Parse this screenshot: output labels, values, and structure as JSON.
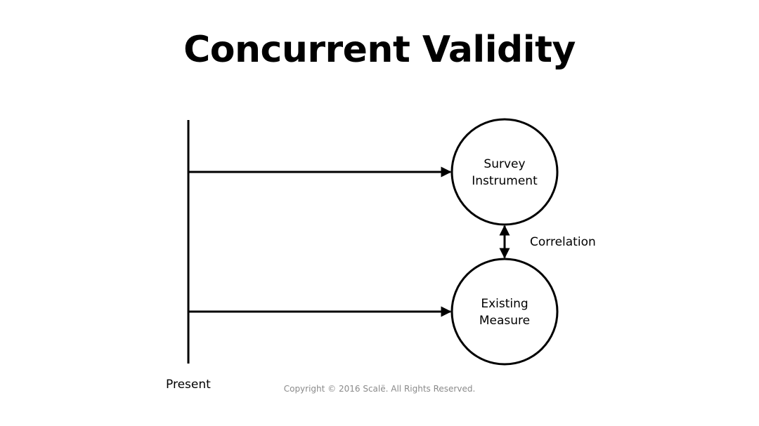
{
  "slide": {
    "title": "Concurrent Validity",
    "copyright": "Copyright © 2016 Scalë. All Rights Reserved."
  },
  "diagram": {
    "timeline_label": "Present",
    "nodes": [
      {
        "id": "survey",
        "lines": [
          "Survey",
          "Instrument"
        ]
      },
      {
        "id": "existing",
        "lines": [
          "Existing",
          "Measure"
        ]
      }
    ],
    "relationship_label": "Correlation"
  },
  "colors": {
    "background": "#ffffff",
    "ink": "#000000",
    "footer_text": "#8a8a8a"
  }
}
